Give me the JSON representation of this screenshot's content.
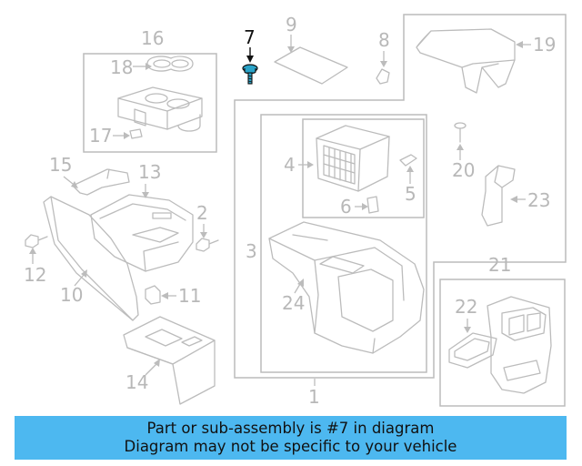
{
  "callouts": {
    "c1": "1",
    "c2": "2",
    "c3": "3",
    "c4": "4",
    "c5": "5",
    "c6": "6",
    "c7": "7",
    "c8": "8",
    "c9": "9",
    "c10": "10",
    "c11": "11",
    "c12": "12",
    "c13": "13",
    "c14": "14",
    "c15": "15",
    "c16": "16",
    "c17": "17",
    "c18": "18",
    "c19": "19",
    "c20": "20",
    "c21": "21",
    "c22": "22",
    "c23": "23",
    "c24": "24"
  },
  "highlight": {
    "part_number": "7",
    "color": "#111111",
    "screw_color": "#2aa3c8"
  },
  "banner": {
    "line1": "Part or sub-assembly is #7 in diagram",
    "line2": "Diagram may not be specific to your vehicle",
    "background": "#4db8f0"
  }
}
